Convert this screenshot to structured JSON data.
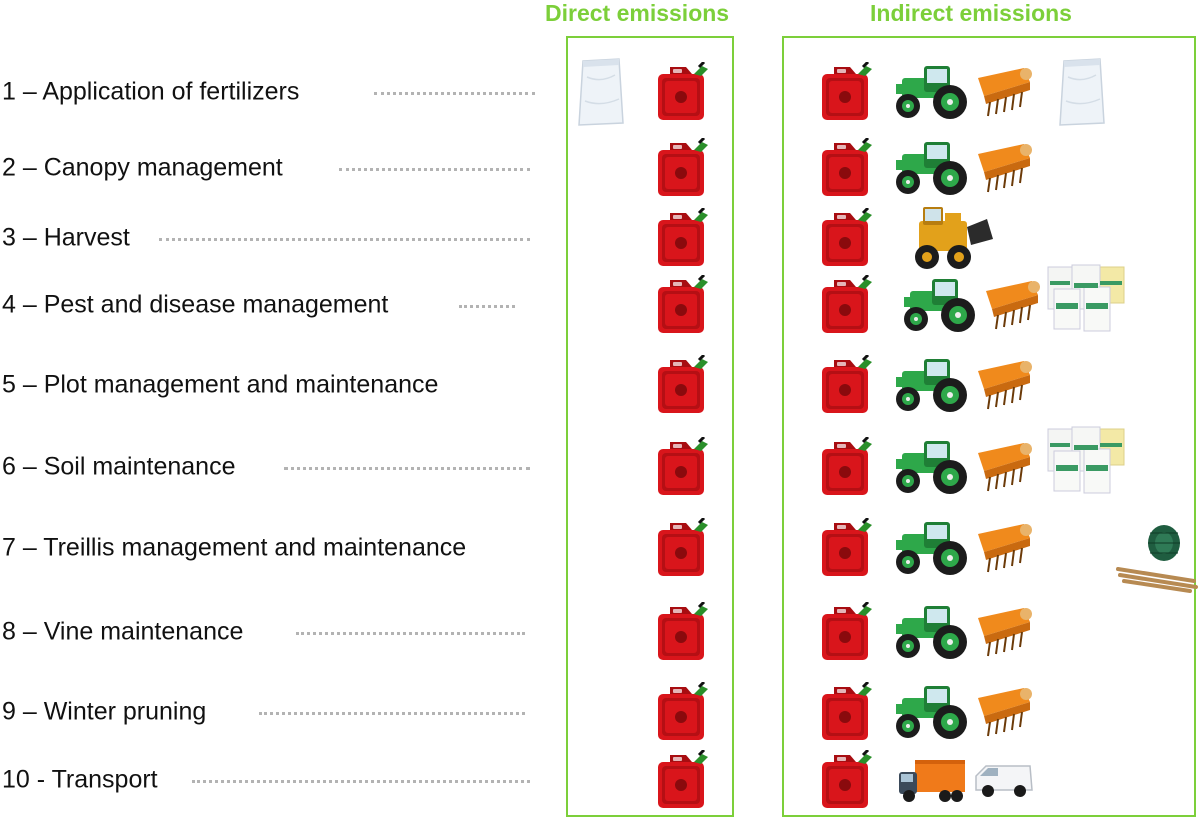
{
  "headers": {
    "direct": "Direct emissions",
    "indirect": "Indirect emissions"
  },
  "colors": {
    "accent_green": "#7ccf3a",
    "fuel_red": "#d9151b",
    "tractor_green": "#2ea84a",
    "implement_orange": "#f08a1c",
    "harvester_yellow": "#e2a11b",
    "truck_orange": "#f07a1a"
  },
  "rows": [
    {
      "label": "1 – Application of fertilizers",
      "direct": [
        "fertilizer-bag-icon",
        "fuel-can-icon"
      ],
      "indirect": [
        "fuel-can-icon",
        "tractor-icon",
        "implement-icon",
        "fertilizer-bag-icon"
      ]
    },
    {
      "label": "2 – Canopy management",
      "direct": [
        "fuel-can-icon"
      ],
      "indirect": [
        "fuel-can-icon",
        "tractor-icon",
        "implement-icon"
      ]
    },
    {
      "label": "3 – Harvest",
      "direct": [
        "fuel-can-icon"
      ],
      "indirect": [
        "fuel-can-icon",
        "harvester-icon"
      ]
    },
    {
      "label": "4 – Pest and disease management",
      "direct": [
        "fuel-can-icon"
      ],
      "indirect": [
        "fuel-can-icon",
        "tractor-icon",
        "implement-icon",
        "phytosanitary-products-icon"
      ]
    },
    {
      "label": "5 – Plot management and maintenance",
      "direct": [
        "fuel-can-icon"
      ],
      "indirect": [
        "fuel-can-icon",
        "tractor-icon",
        "implement-icon"
      ]
    },
    {
      "label": "6 – Soil maintenance",
      "direct": [
        "fuel-can-icon"
      ],
      "indirect": [
        "fuel-can-icon",
        "tractor-icon",
        "implement-icon",
        "phytosanitary-products-icon"
      ]
    },
    {
      "label": "7 – Treillis management and maintenance",
      "direct": [
        "fuel-can-icon"
      ],
      "indirect": [
        "fuel-can-icon",
        "tractor-icon",
        "implement-icon",
        "wire-and-stakes-icon"
      ]
    },
    {
      "label": "8 – Vine maintenance",
      "direct": [
        "fuel-can-icon"
      ],
      "indirect": [
        "fuel-can-icon",
        "tractor-icon",
        "implement-icon"
      ]
    },
    {
      "label": "9 – Winter pruning",
      "direct": [
        "fuel-can-icon"
      ],
      "indirect": [
        "fuel-can-icon",
        "tractor-icon",
        "implement-icon"
      ]
    },
    {
      "label": "10 - Transport",
      "direct": [
        "fuel-can-icon"
      ],
      "indirect": [
        "fuel-can-icon",
        "truck-icon",
        "van-icon"
      ]
    }
  ]
}
